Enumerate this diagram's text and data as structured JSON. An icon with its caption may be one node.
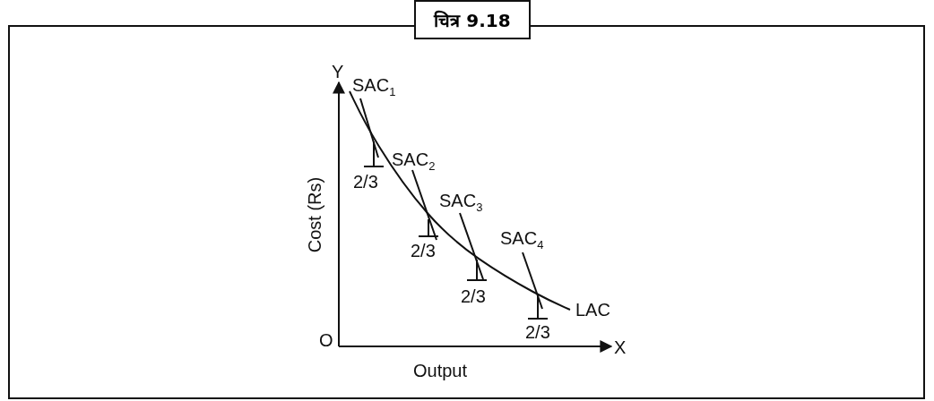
{
  "diagram": {
    "title": "चित्र 9.18",
    "labels": [
      "Y",
      "SAC$_{1}$",
      "SAC$_{2}$",
      "2/3",
      "SAC$_{3}$",
      "2/3",
      "Cost (Rs)",
      "SAC$_{4}$",
      "2/3",
      "LAC",
      "2/3",
      "O",
      "X",
      "Output"
    ]
  }
}
